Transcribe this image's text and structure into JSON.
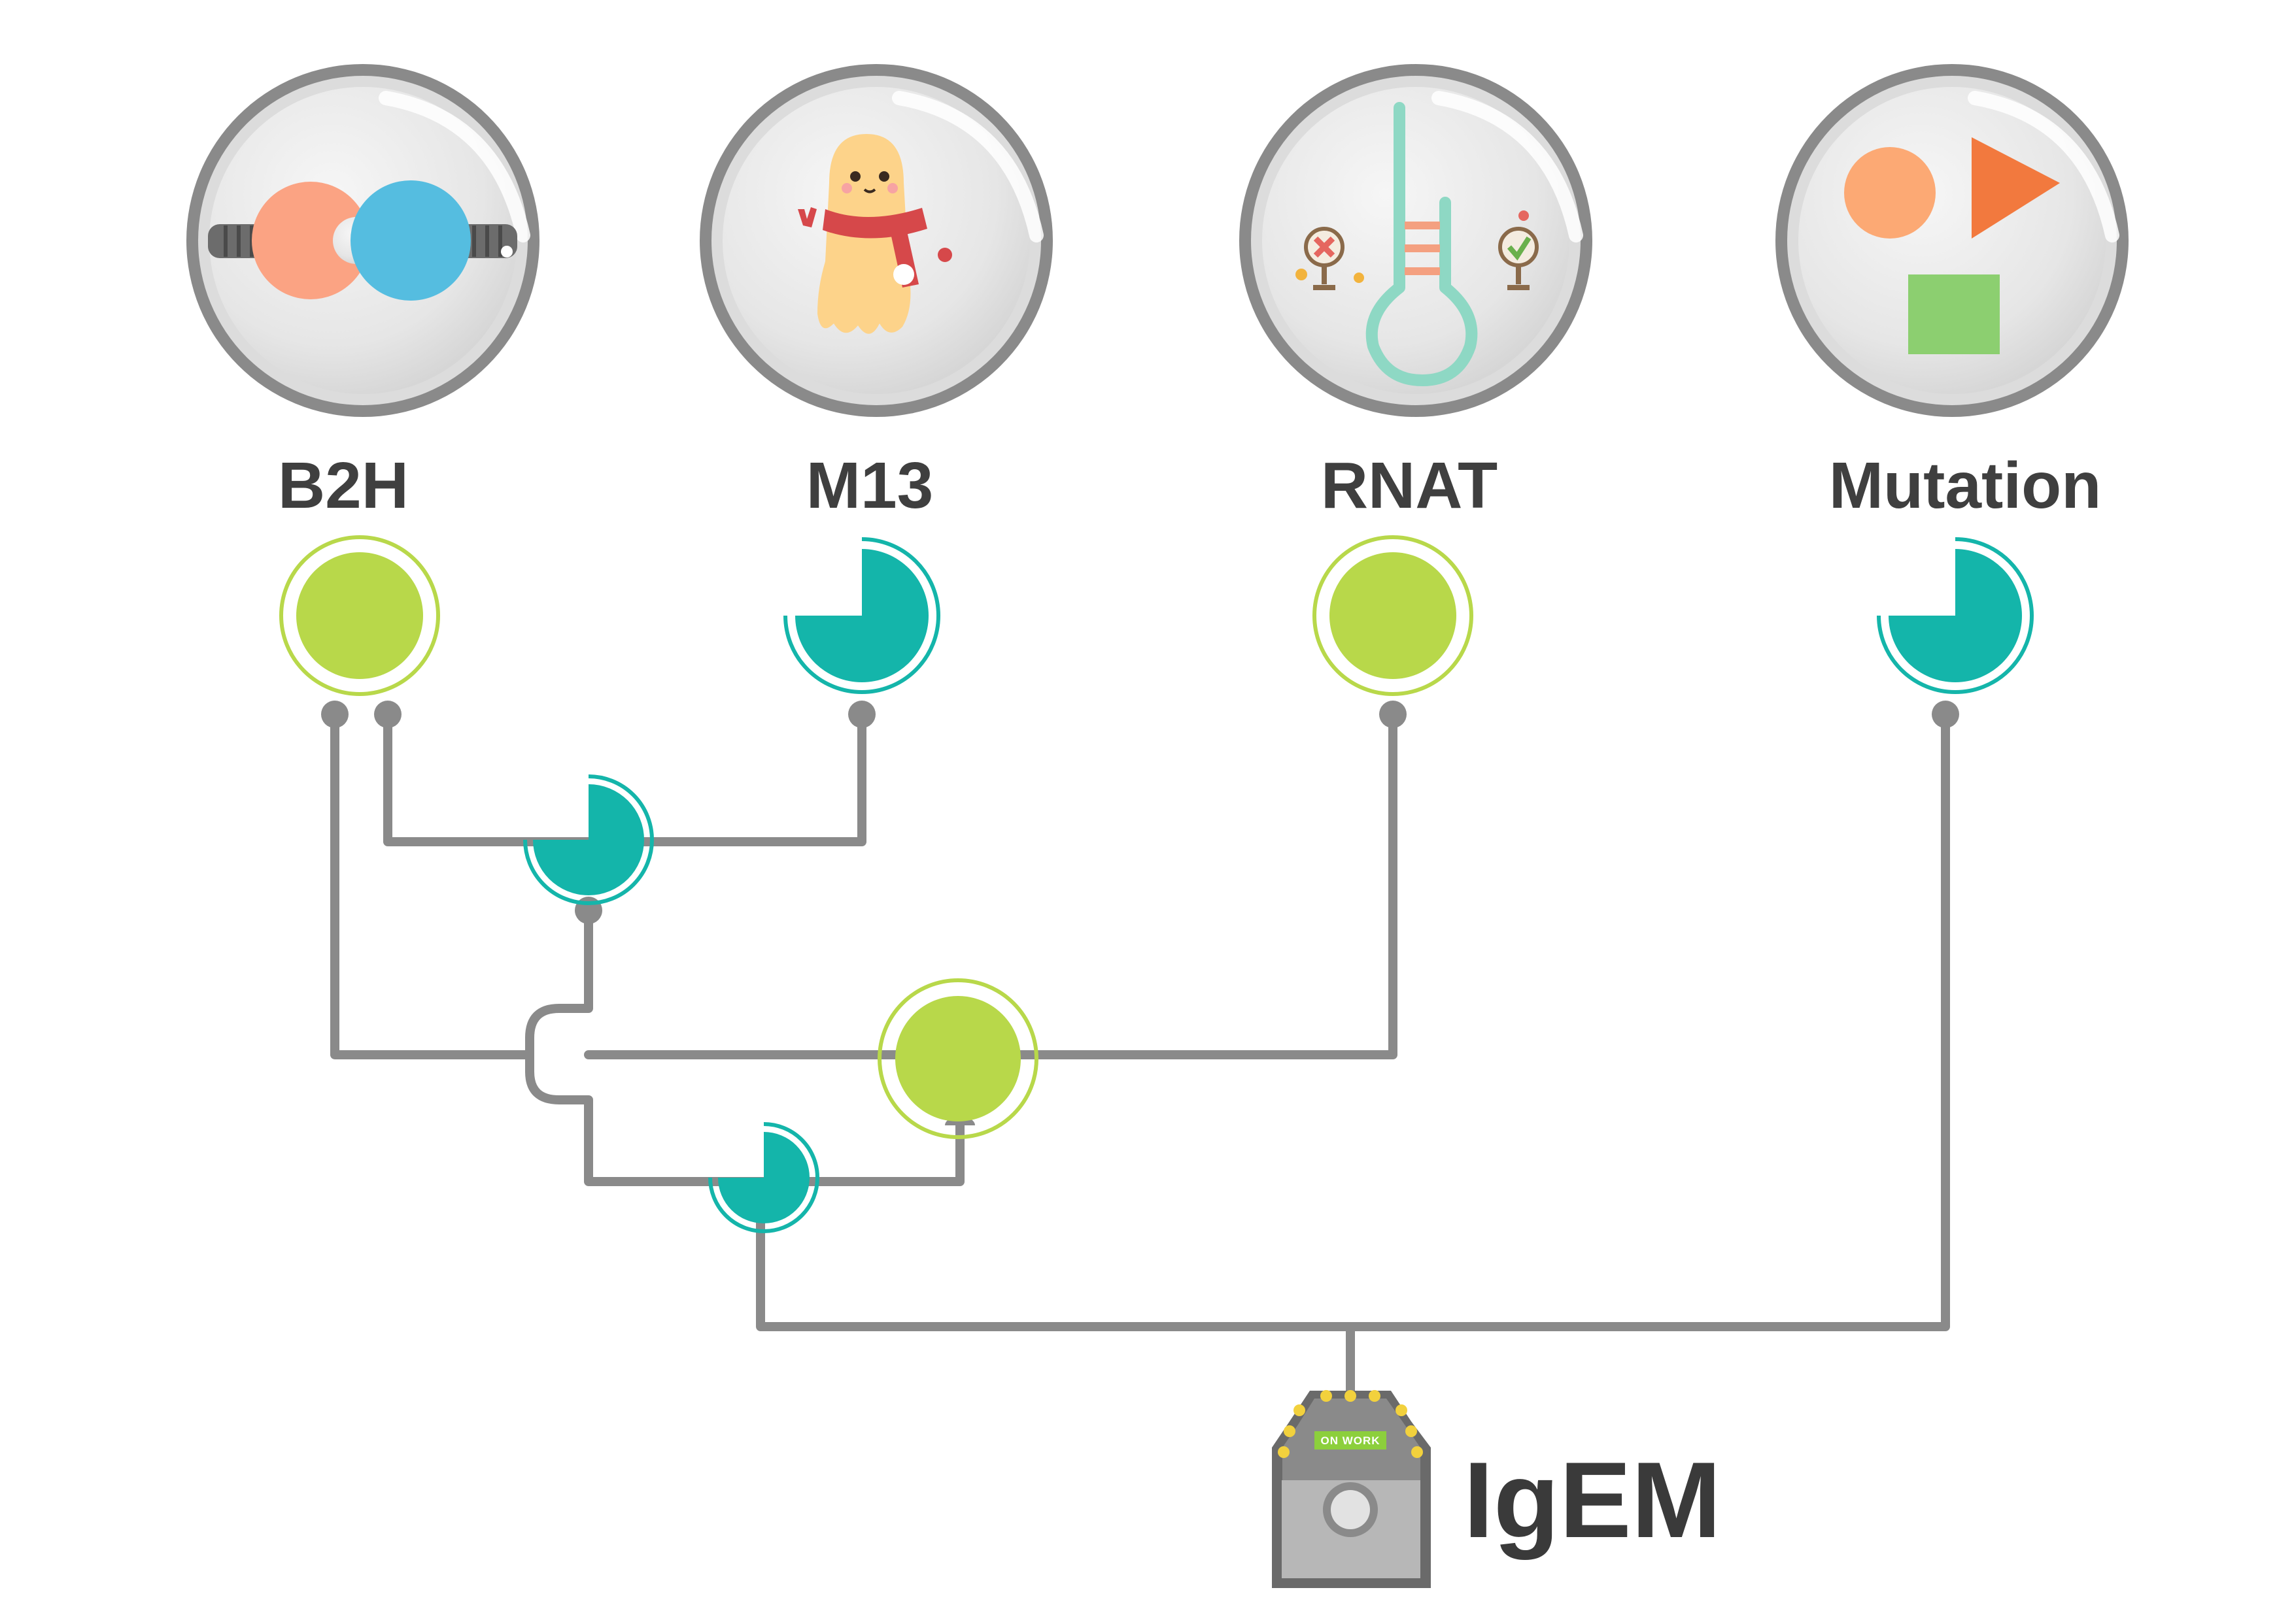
{
  "modules": [
    {
      "id": "b2h",
      "label": "B2H",
      "status": "complete",
      "icon": "two-hybrid-icon"
    },
    {
      "id": "m13",
      "label": "M13",
      "status": "three-quarter",
      "icon": "m13-phage-mascot-icon"
    },
    {
      "id": "rnat",
      "label": "RNAT",
      "status": "complete",
      "icon": "rna-thermometer-icon"
    },
    {
      "id": "mutation",
      "label": "Mutation",
      "status": "three-quarter",
      "icon": "shapes-icon"
    }
  ],
  "device": {
    "label": "IgEM",
    "badge": "ON WORK",
    "icon": "machine-icon"
  },
  "colors": {
    "complete": "#b8d84a",
    "partial": "#14b5aa",
    "wire": "#8a8a8a",
    "bubble_ring": "#8a8a8a",
    "text": "#3f3f3f"
  }
}
